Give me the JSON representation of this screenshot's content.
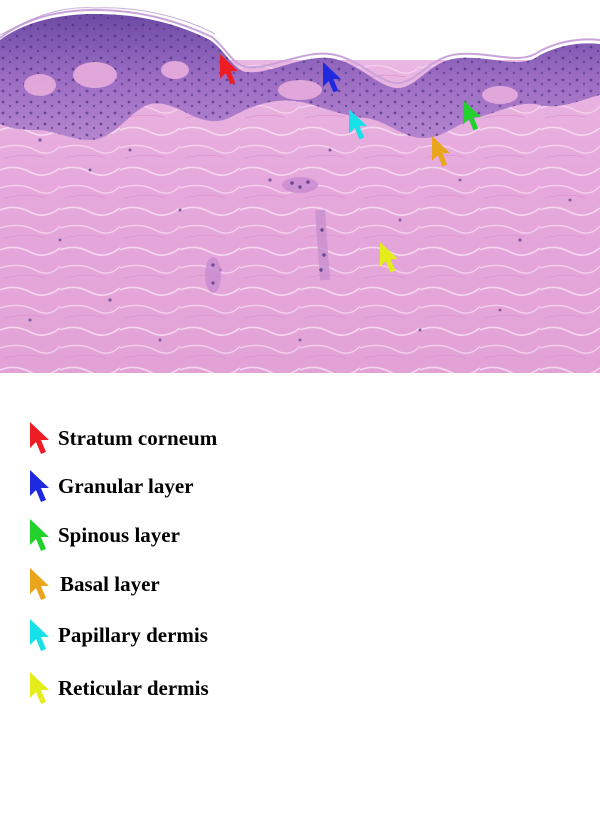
{
  "image": {
    "description_colors": {
      "background": "#ffffff",
      "tissue_pink": "#e3a9d8",
      "epidermis_purple": "#9b6ac0",
      "nuclei": "#5a3d8a"
    }
  },
  "legend": {
    "items": [
      {
        "key": "stratum-corneum",
        "label": "Stratum corneum",
        "color": "#ee1c24"
      },
      {
        "key": "granular-layer",
        "label": "Granular layer",
        "color": "#1f2ae0"
      },
      {
        "key": "spinous-layer",
        "label": "Spinous layer",
        "color": "#23d12c"
      },
      {
        "key": "basal-layer",
        "label": "Basal layer",
        "color": "#e9a51b"
      },
      {
        "key": "papillary-dermis",
        "label": "Papillary dermis",
        "color": "#16e1e8"
      },
      {
        "key": "reticular-dermis",
        "label": "Reticular dermis",
        "color": "#e5ec1c"
      }
    ]
  },
  "arrows": [
    {
      "key": "stratum-corneum",
      "color": "#ee1c24",
      "icon": "arrow-cursor-icon"
    },
    {
      "key": "granular-layer",
      "color": "#1f2ae0",
      "icon": "arrow-cursor-icon"
    },
    {
      "key": "spinous-layer",
      "color": "#23d12c",
      "icon": "arrow-cursor-icon"
    },
    {
      "key": "basal-layer",
      "color": "#e9a51b",
      "icon": "arrow-cursor-icon"
    },
    {
      "key": "papillary-dermis",
      "color": "#16e1e8",
      "icon": "arrow-cursor-icon"
    },
    {
      "key": "reticular-dermis",
      "color": "#e5ec1c",
      "icon": "arrow-cursor-icon"
    }
  ]
}
